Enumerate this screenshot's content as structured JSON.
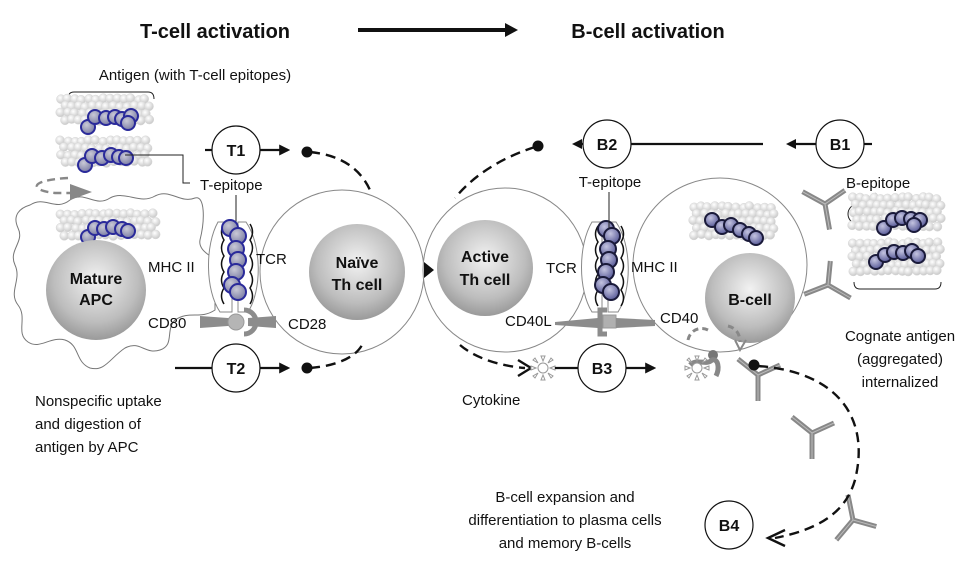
{
  "titles": {
    "left": "T-cell activation",
    "right": "B-cell activation"
  },
  "labels": {
    "antigen": "Antigen (with T-cell epitopes)",
    "t_epitope_left": "T-epitope",
    "t_epitope_right": "T-epitope",
    "b_epitope": "B-epitope",
    "mhc2_left": "MHC II",
    "tcr_left": "TCR",
    "cd80": "CD80",
    "cd28": "CD28",
    "tcr_right": "TCR",
    "mhc2_right": "MHC II",
    "cd40l": "CD40L",
    "cd40": "CD40",
    "cytokine": "Cytokine",
    "nonspecific": [
      "Nonspecific uptake",
      "and digestion of",
      "antigen by APC"
    ],
    "cognate": [
      "Cognate antigen",
      "(aggregated)",
      "internalized"
    ],
    "expansion": [
      "B-cell expansion and",
      "differentiation to plasma cells",
      "and memory B-cells"
    ]
  },
  "cells": {
    "apc": [
      "Mature",
      "APC"
    ],
    "naive": [
      "Naïve",
      "Th cell"
    ],
    "active": [
      "Active",
      "Th cell"
    ],
    "bcell": "B-cell"
  },
  "steps": {
    "t1": "T1",
    "t2": "T2",
    "b1": "B1",
    "b2": "B2",
    "b3": "B3",
    "b4": "B4"
  },
  "colors": {
    "epitope_fill": "#8a8fc4",
    "epitope_stroke": "#2a2a9a",
    "nucleus": "#b8b8b8",
    "receptor": "#8c8c8c"
  }
}
